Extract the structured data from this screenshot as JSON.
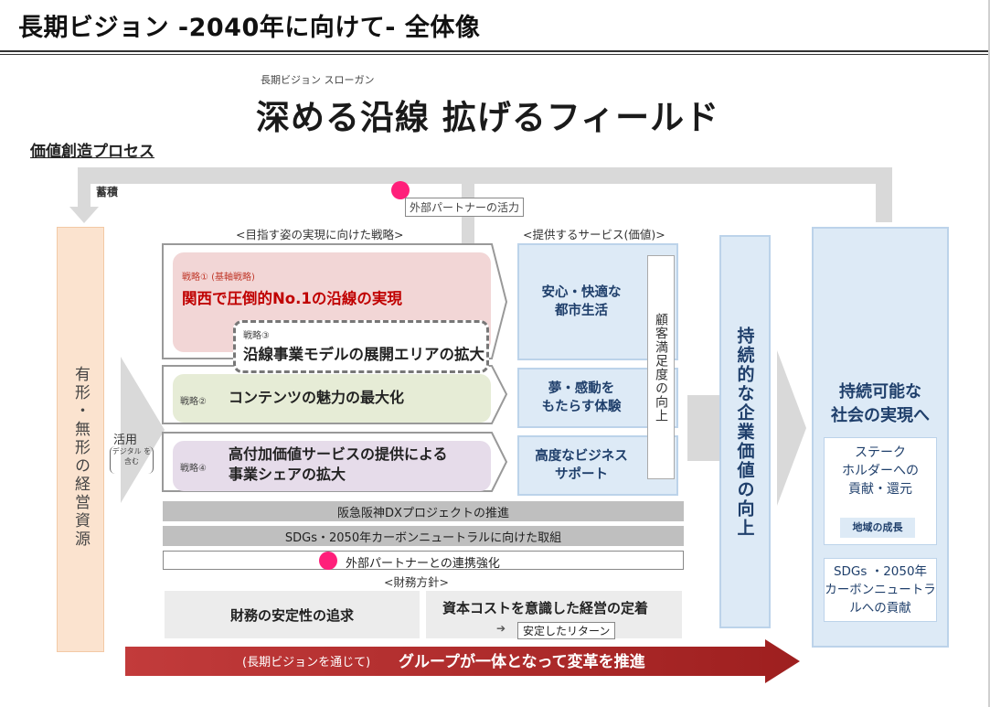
{
  "title": "長期ビジョン -2040年に向けて- 全体像",
  "slogan": {
    "label": "長期ビジョン スローガン",
    "text": "深める沿線 拡げるフィールド"
  },
  "process_title": "価値創造プロセス",
  "loop": {
    "accumulate": "蓄積",
    "partner_vitality": "外部パートナーの活力"
  },
  "headers": {
    "strategy": "<目指す姿の実現に向けた戦略>",
    "service": "<提供するサービス(価値)>",
    "finance": "<財務方針>"
  },
  "resources": {
    "text": "有形・無形の経営資源",
    "use": "活用",
    "digital": "デジタル を含む"
  },
  "strategies": {
    "s1": {
      "label": "戦略① (基軸戦略)",
      "title": "関西で圧倒的No.1の沿線の実現"
    },
    "s3": {
      "label": "戦略③",
      "title": "沿線事業モデルの展開エリアの拡大"
    },
    "s2": {
      "label": "戦略②",
      "title": "コンテンツの魅力の最大化"
    },
    "s4": {
      "label": "戦略④",
      "title_line1": "高付加価値サービスの提供による",
      "title_line2": "事業シェアの拡大"
    }
  },
  "services": {
    "v1_line1": "安心・快適な",
    "v1_line2": "都市生活",
    "v2_line1": "夢・感動を",
    "v2_line2": "もたらす体験",
    "v3_line1": "高度なビジネス",
    "v3_line2": "サポート",
    "satisfaction": "顧客満足度の向上"
  },
  "bars": {
    "dx": "阪急阪神DXプロジェクトの推進",
    "sdgs": "SDGs・2050年カーボンニュートラルに向けた取組",
    "partner": "外部パートナーとの連携強化"
  },
  "finance": {
    "stability": "財務の安定性の追求",
    "capital": "資本コストを意識した経営の定着",
    "arrow": "➔",
    "return": "安定したリターン"
  },
  "arrow_banner": {
    "prefix": "(長期ビジョンを通じて)",
    "main": "グループが一体となって変革を推進"
  },
  "corporate_value": "持続的な企業価値の向上",
  "society": {
    "title_line1": "持続可能な",
    "title_line2": "社会の実現へ",
    "stake_line1": "ステーク",
    "stake_line2": "ホルダーへの",
    "stake_line3": "貢献・還元",
    "region": "地域の成長",
    "sdgs_line1": "SDGs ・2050年",
    "sdgs_line2": "カーボンニュートラ",
    "sdgs_line3": "ルへの貢献"
  },
  "colors": {
    "accent_red": "#c00000",
    "navy": "#1f3f6b",
    "pink_dot": "#ff1f7a",
    "banner": "#b02a2a"
  }
}
